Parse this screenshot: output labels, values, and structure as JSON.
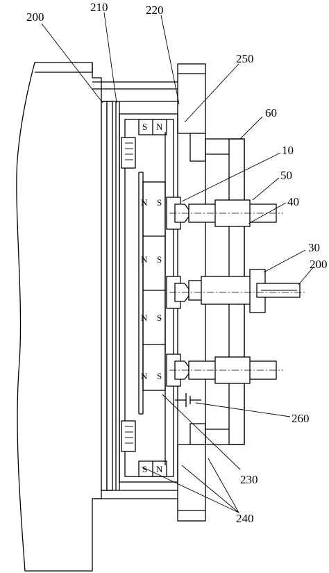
{
  "labels": {
    "l200": "200",
    "l210": "210",
    "l220": "220",
    "l250": "250",
    "l60": "60",
    "l10": "10",
    "l50": "50",
    "l40": "40",
    "l30": "30",
    "l200b": "200",
    "l260": "260",
    "l230": "230",
    "l240": "240"
  },
  "magnets": {
    "top": [
      "S",
      "N"
    ],
    "bottom": [
      "S",
      "N"
    ],
    "rows": [
      [
        "N",
        "S"
      ],
      [
        "N",
        "S"
      ],
      [
        "N",
        "S"
      ],
      [
        "N",
        "S"
      ]
    ]
  }
}
